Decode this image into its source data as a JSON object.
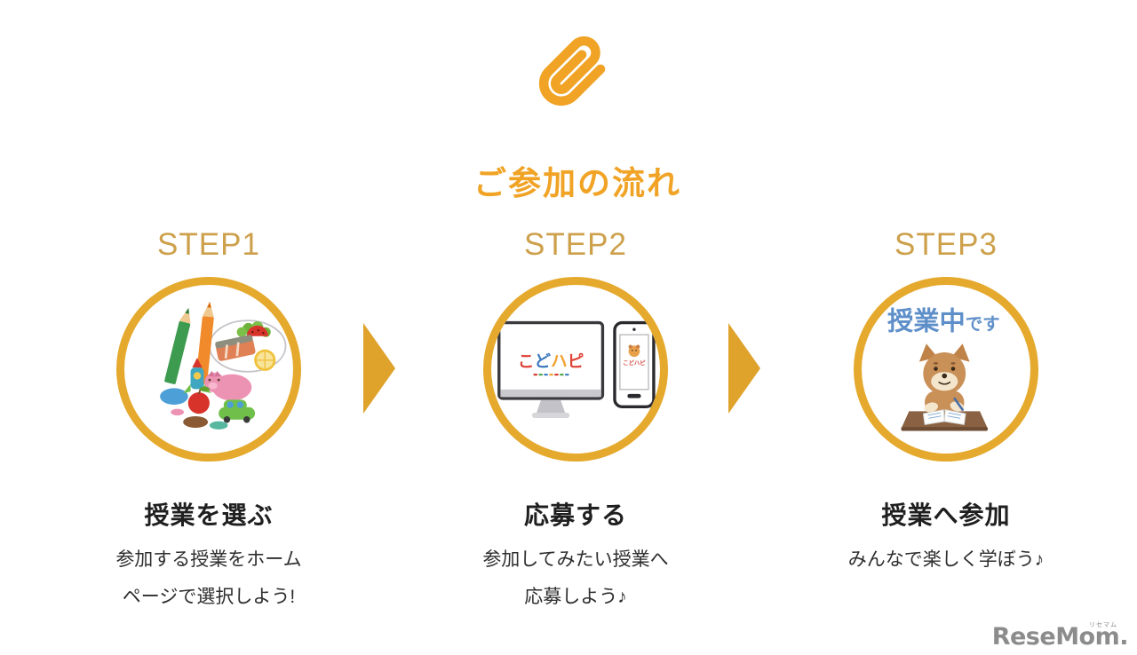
{
  "colors": {
    "accent_orange": "#F0A325",
    "circle_gold": "#E5A92D",
    "step_label_gold": "#CDA14C",
    "arrow_gold": "#DFA22B",
    "heading_text": "#1F1F1F",
    "body_text": "#2E2E2E",
    "badge_blue": "#5E8FC9",
    "logo_gray": "#8C8C8C"
  },
  "header": {
    "title": "ご参加の流れ"
  },
  "steps": [
    {
      "label": "STEP1",
      "heading": "授業を選ぶ",
      "line1": "参加する授業をホーム",
      "line2": "ページで選択しよう!",
      "illustration": "art-supplies-food-and-clay"
    },
    {
      "label": "STEP2",
      "heading": "応募する",
      "line1": "参加してみたい授業へ",
      "line2": "応募しよう♪",
      "screen_logo": "こどハピ",
      "screen_logo_chars": [
        "こ",
        "ど",
        "ハ",
        "ピ"
      ],
      "illustration": "desktop-monitor-and-smartphone"
    },
    {
      "label": "STEP3",
      "heading": "授業へ参加",
      "line1": "みんなで楽しく学ぼう♪",
      "badge_main": "授業中",
      "badge_sub": "です",
      "illustration": "shiba-dog-studying-at-desk"
    }
  ],
  "footer": {
    "logo_text": "ReseMom.",
    "logo_ruby": "リセマム"
  }
}
